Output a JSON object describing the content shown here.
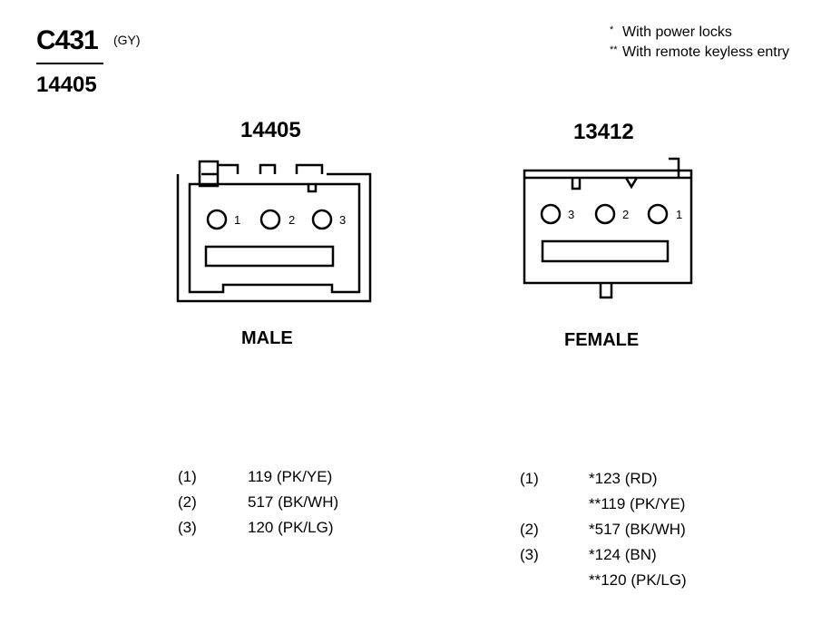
{
  "header": {
    "connector_id": "C431",
    "color_code": "(GY)",
    "part_number": "14405"
  },
  "legend": {
    "single_star": "*",
    "single_star_text": "With power locks",
    "double_star": "**",
    "double_star_text": "With remote keyless entry"
  },
  "male": {
    "part_number": "14405",
    "gender_label": "MALE",
    "pin_labels": [
      "1",
      "2",
      "3"
    ],
    "rows": [
      {
        "pin": "(1)",
        "wire": "119 (PK/YE)"
      },
      {
        "pin": "(2)",
        "wire": "517 (BK/WH)"
      },
      {
        "pin": "(3)",
        "wire": "120 (PK/LG)"
      }
    ]
  },
  "female": {
    "part_number": "13412",
    "gender_label": "FEMALE",
    "pin_labels": [
      "3",
      "2",
      "1"
    ],
    "rows": [
      {
        "pin": "(1)",
        "wire": "*123 (RD)"
      },
      {
        "pin": "",
        "wire": "**119 (PK/YE)"
      },
      {
        "pin": "(2)",
        "wire": "*517 (BK/WH)"
      },
      {
        "pin": "(3)",
        "wire": "*124 (BN)"
      },
      {
        "pin": "",
        "wire": "**120 (PK/LG)"
      }
    ]
  }
}
